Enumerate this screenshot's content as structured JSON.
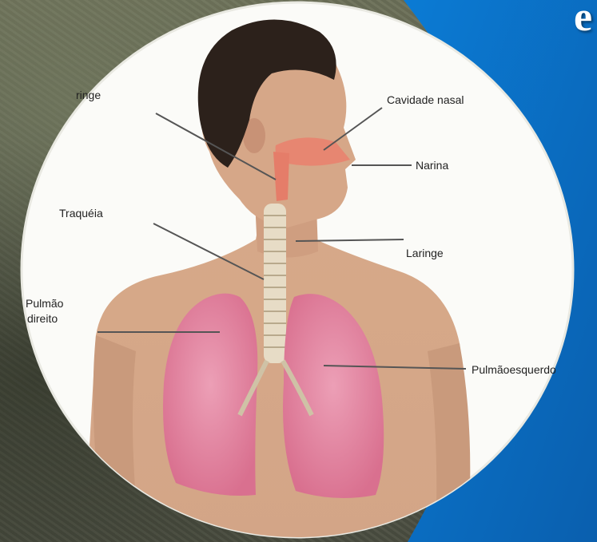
{
  "slide": {
    "heading_fragment": "e",
    "panel_color": "#0a6fc4",
    "circle_color": "#fbfbf8"
  },
  "diagram": {
    "labels": {
      "faringe_partial": "ringe",
      "cavidade_nasal": "Cavidade nasal",
      "narina": "Narina",
      "traqueia": "Traquéia",
      "laringe": "Laringe",
      "pulmao_direito_line1": "Pulmão",
      "pulmao_direito_line2": "direito",
      "pulmao_esquerdo": "Pulmãoesquerdo"
    },
    "colors": {
      "skin": "#d9ad8c",
      "lung": "#e38aa6",
      "airway": "#e9836f",
      "hair": "#2c211b"
    }
  }
}
